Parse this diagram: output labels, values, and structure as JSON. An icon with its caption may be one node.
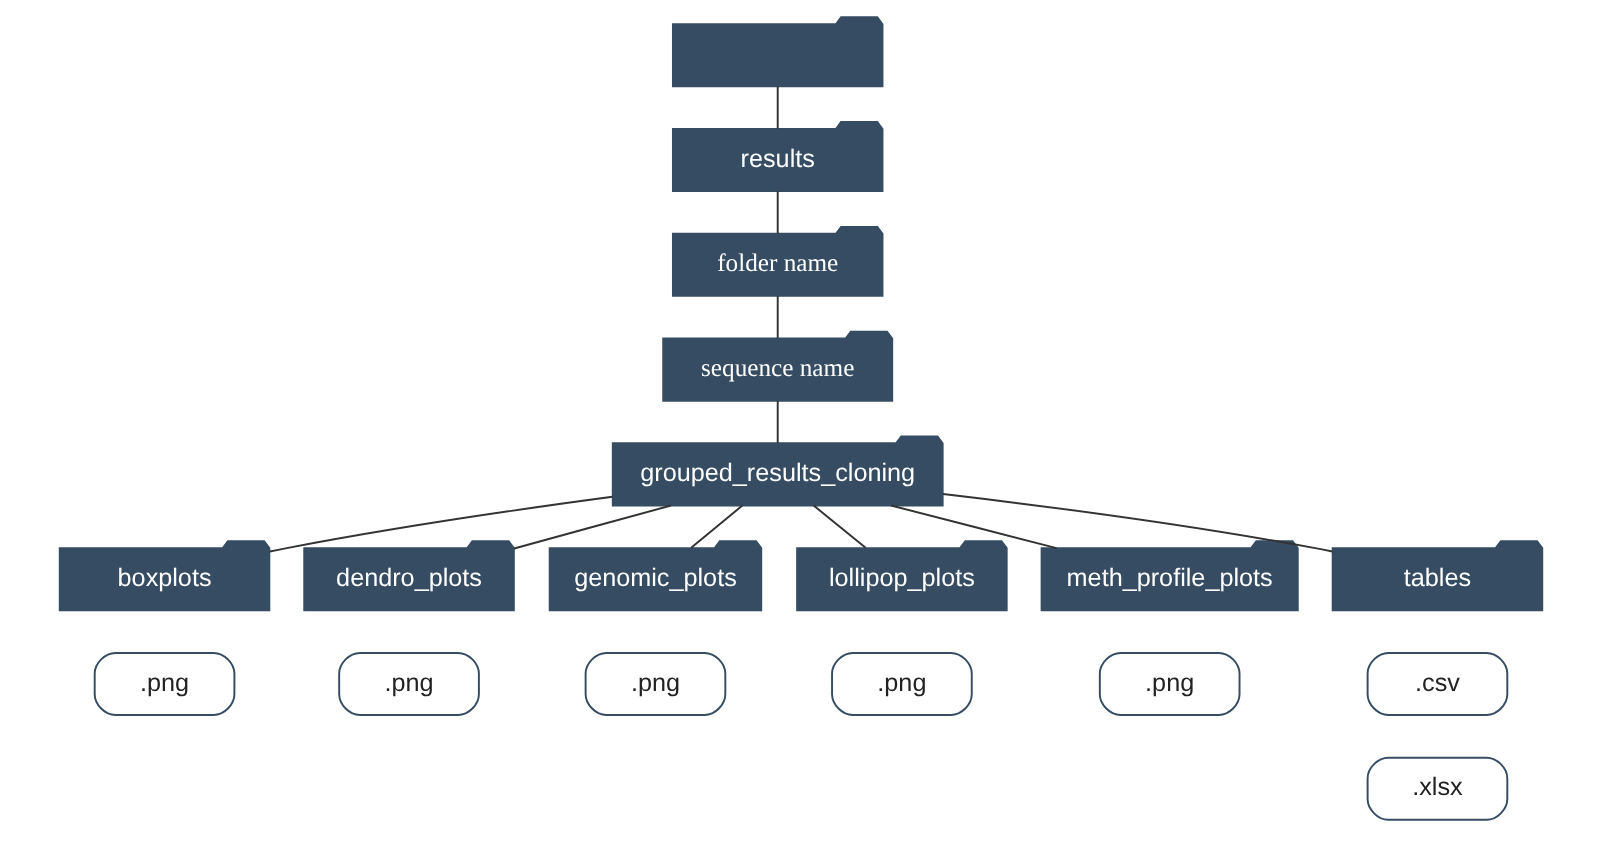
{
  "diagram": {
    "nodes": [
      {
        "text": [],
        "shape": "folder"
      },
      {
        "text": [
          "results"
        ]
      },
      {
        "text": [
          "folder name"
        ]
      },
      {
        "text": [
          "sequence name"
        ]
      },
      {
        "text": [
          "grouped_results_cloning"
        ]
      },
      {
        "text": [
          "boxplots"
        ]
      },
      {
        "text": [
          "dendro_plots"
        ]
      },
      {
        "text": [
          "genomic_plots"
        ]
      },
      {
        "text": [
          "lollipop_plots"
        ]
      },
      {
        "text": [
          "meth_profile_plots"
        ]
      },
      {
        "text": [
          "tables"
        ]
      },
      {
        "text": [
          ".png"
        ]
      },
      {
        "text": [
          ".png"
        ]
      },
      {
        "text": [
          ".png"
        ]
      },
      {
        "text": [
          ".png"
        ]
      },
      {
        "text": [
          ".png"
        ]
      },
      {
        "text": [
          ".csv"
        ]
      },
      {
        "text": [
          ".xlsx"
        ]
      }
    ],
    "edges": [
      {
        "from": 0,
        "to": 1,
        "arrow": "none"
      },
      {
        "from": 1,
        "to": 2,
        "arrow": "none"
      },
      {
        "from": 2,
        "to": 3,
        "arrow": "none"
      },
      {
        "from": 3,
        "to": 4,
        "arrow": "none"
      },
      {
        "from": 4,
        "to": 5,
        "arrow": "none"
      },
      {
        "from": 4,
        "to": 6,
        "arrow": "none"
      },
      {
        "from": 4,
        "to": 7,
        "arrow": "none"
      },
      {
        "from": 4,
        "to": 8,
        "arrow": "none"
      },
      {
        "from": 4,
        "to": 9,
        "arrow": "none"
      },
      {
        "from": 4,
        "to": 10,
        "arrow": "none"
      }
    ]
  }
}
